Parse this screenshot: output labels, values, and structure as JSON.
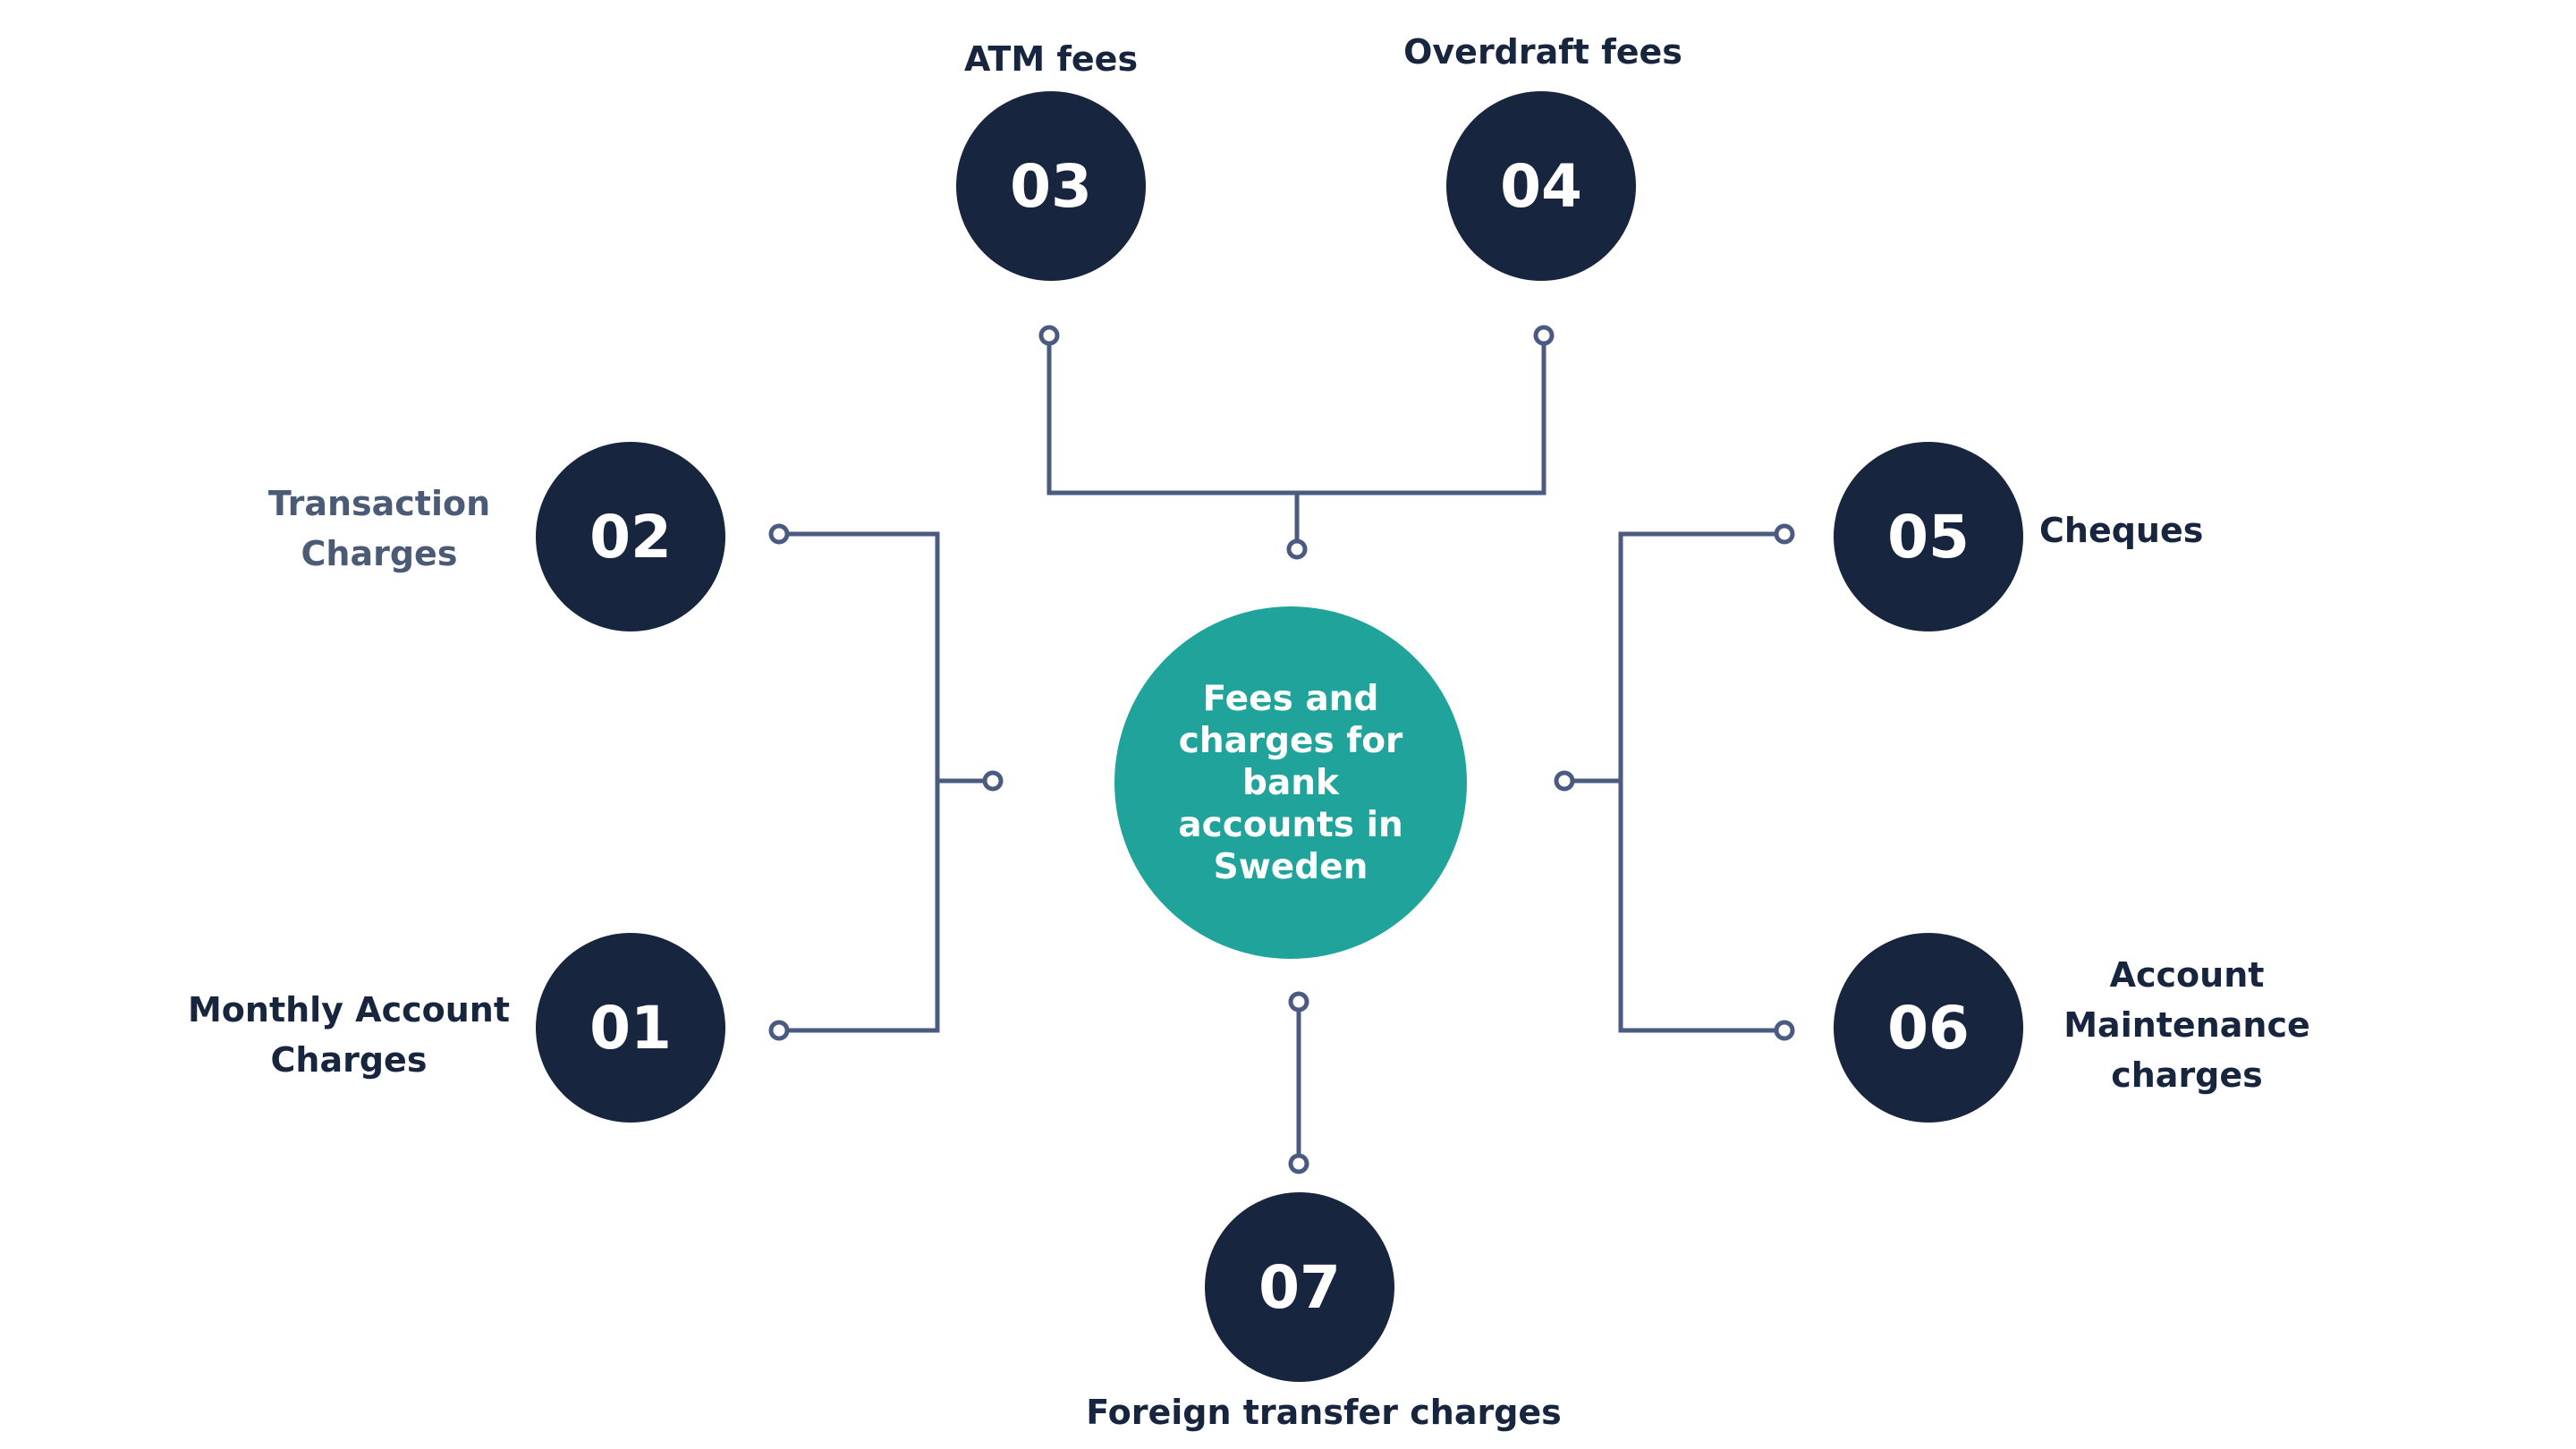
{
  "center": {
    "text": "Fees and charges for bank accounts in Sweden",
    "color": "#20a39b"
  },
  "node_color": "#17253f",
  "line_color": "#4a5a80",
  "items": [
    {
      "number": "01",
      "label_lines": [
        "Monthly Account",
        "Charges"
      ]
    },
    {
      "number": "02",
      "label_lines": [
        "Transaction",
        "Charges"
      ]
    },
    {
      "number": "03",
      "label_lines": [
        "ATM fees"
      ]
    },
    {
      "number": "04",
      "label_lines": [
        "Overdraft fees"
      ]
    },
    {
      "number": "05",
      "label_lines": [
        "Cheques"
      ]
    },
    {
      "number": "06",
      "label_lines": [
        "Account",
        "Maintenance",
        "charges"
      ]
    },
    {
      "number": "07",
      "label_lines": [
        "Foreign transfer charges"
      ]
    }
  ]
}
